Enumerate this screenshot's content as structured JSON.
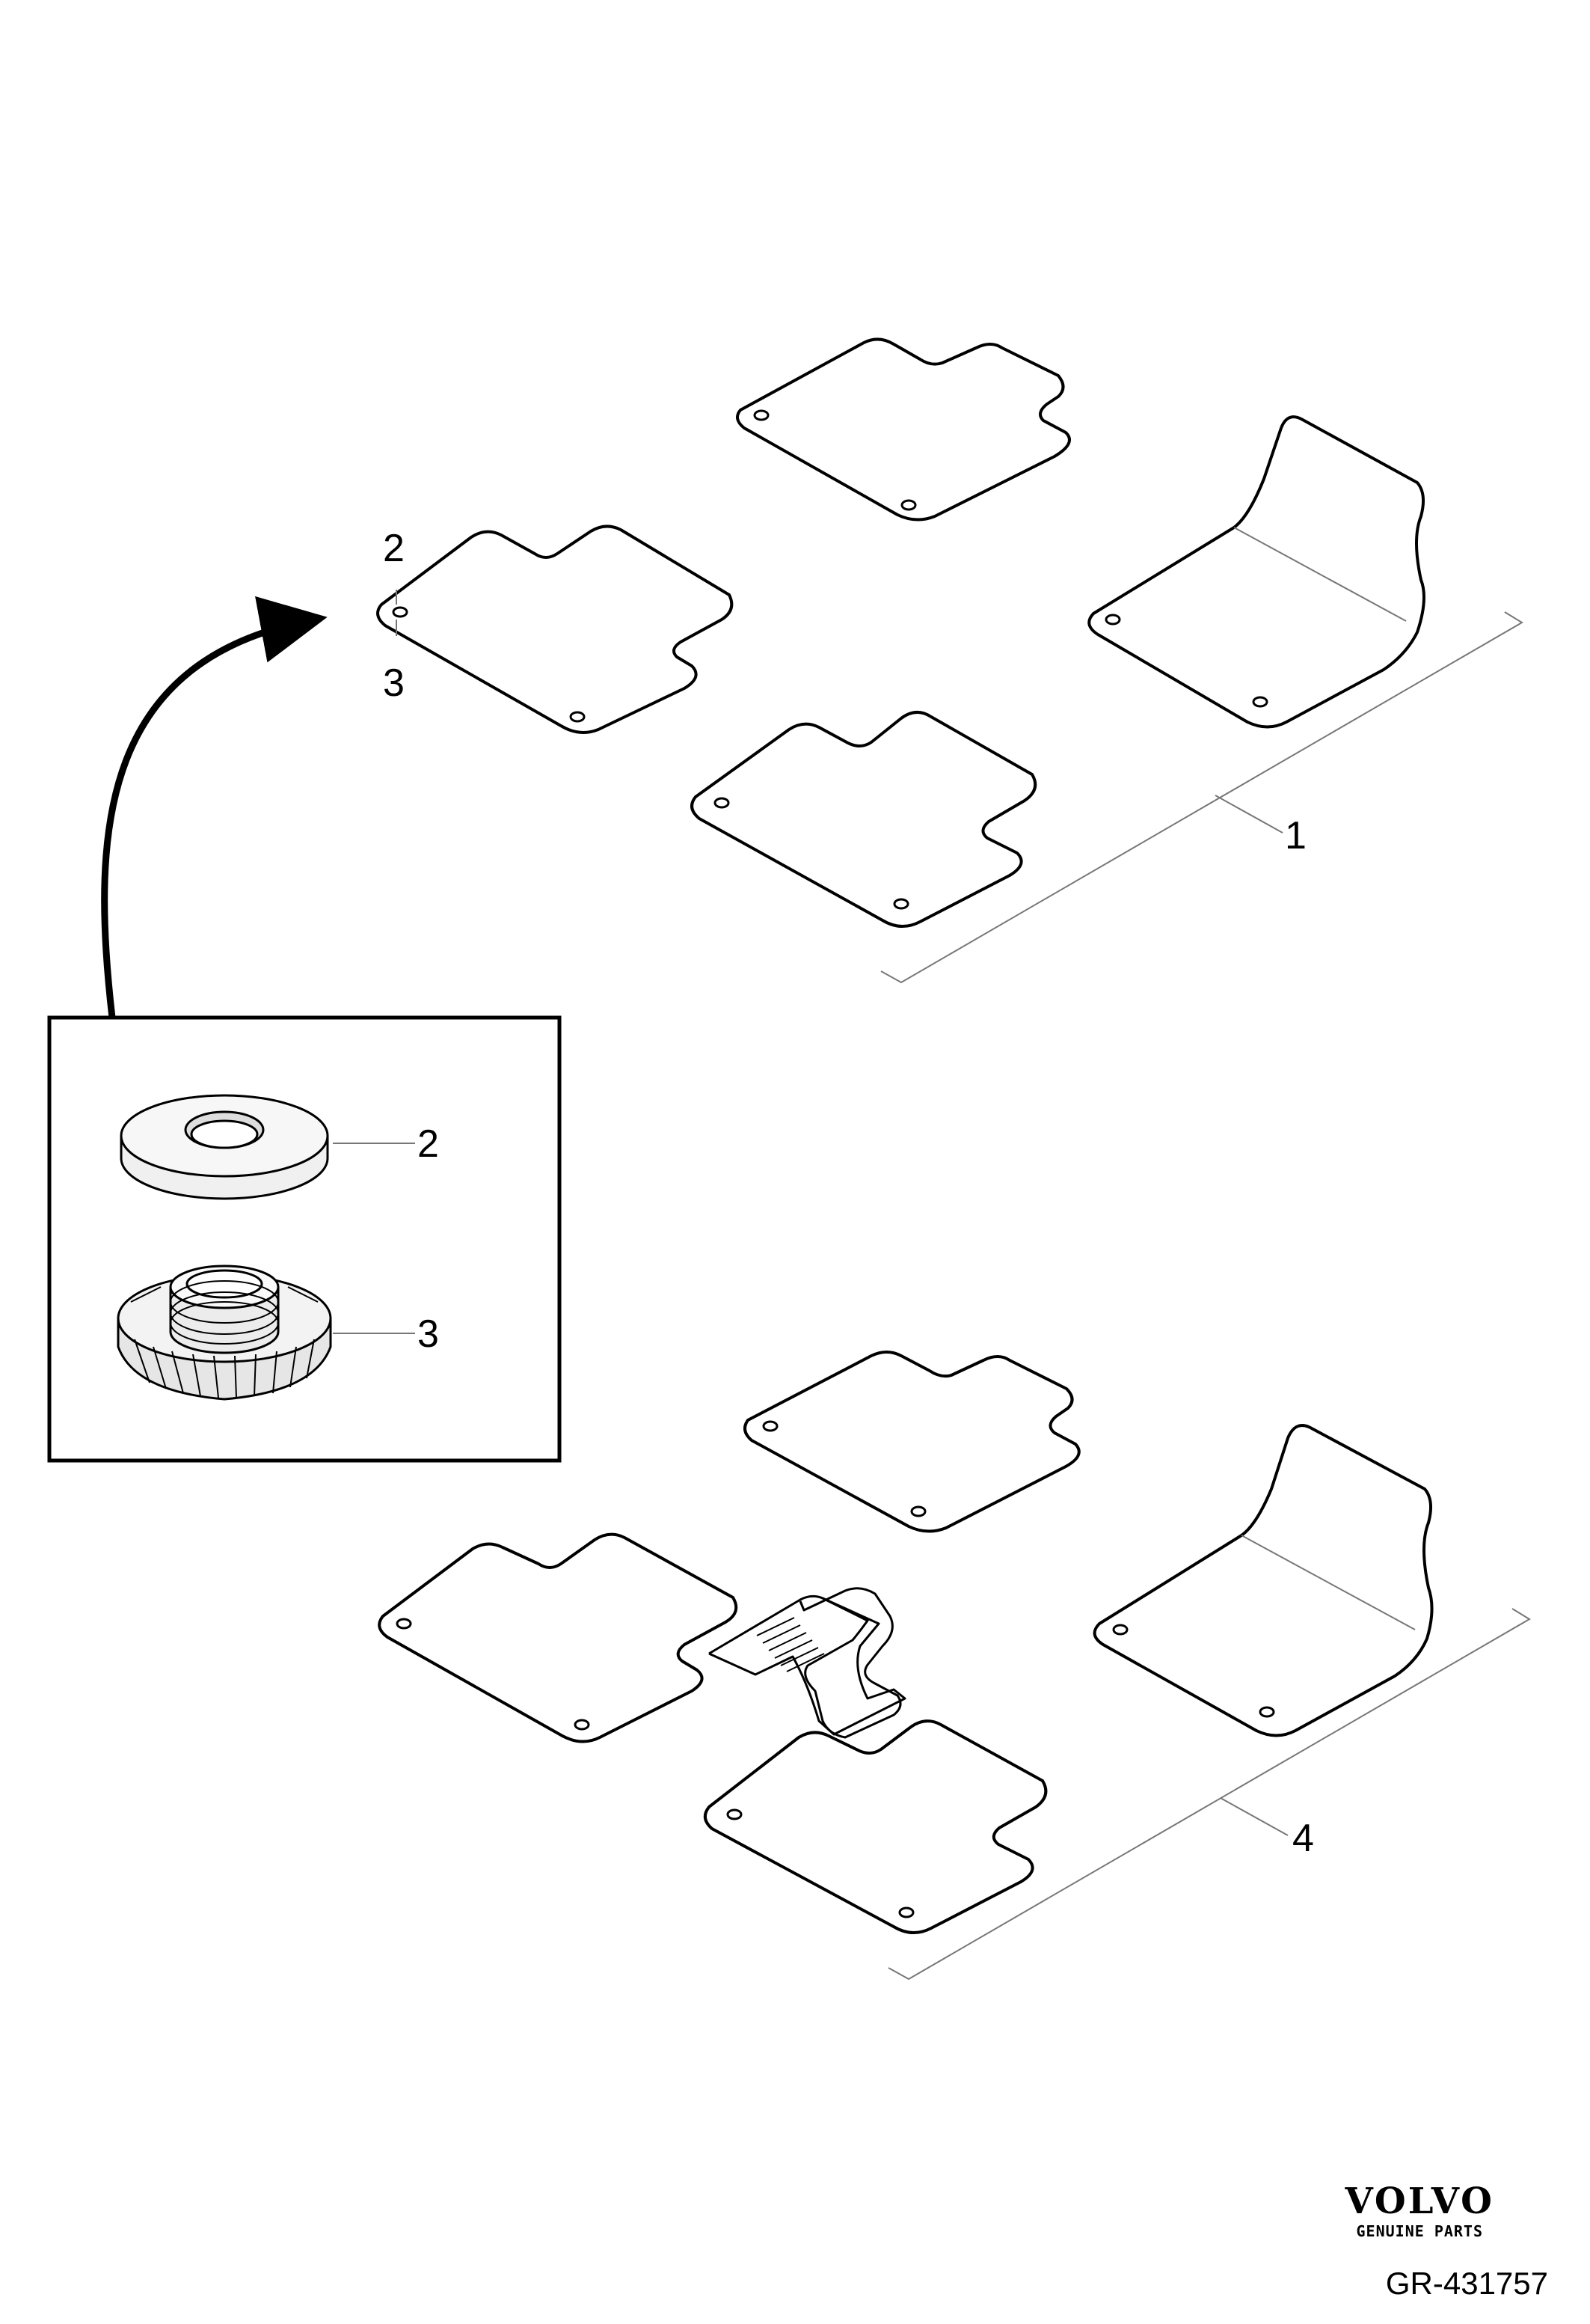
{
  "callouts": {
    "c1": "1",
    "c2_top": "2",
    "c3_top": "3",
    "c2_detail": "2",
    "c3_detail": "3",
    "c4": "4"
  },
  "brand": {
    "name": "VOLVO",
    "subtitle": "GENUINE PARTS"
  },
  "reference": "GR-431757",
  "colors": {
    "line": "#000000",
    "leader": "#777777",
    "background": "#ffffff"
  }
}
